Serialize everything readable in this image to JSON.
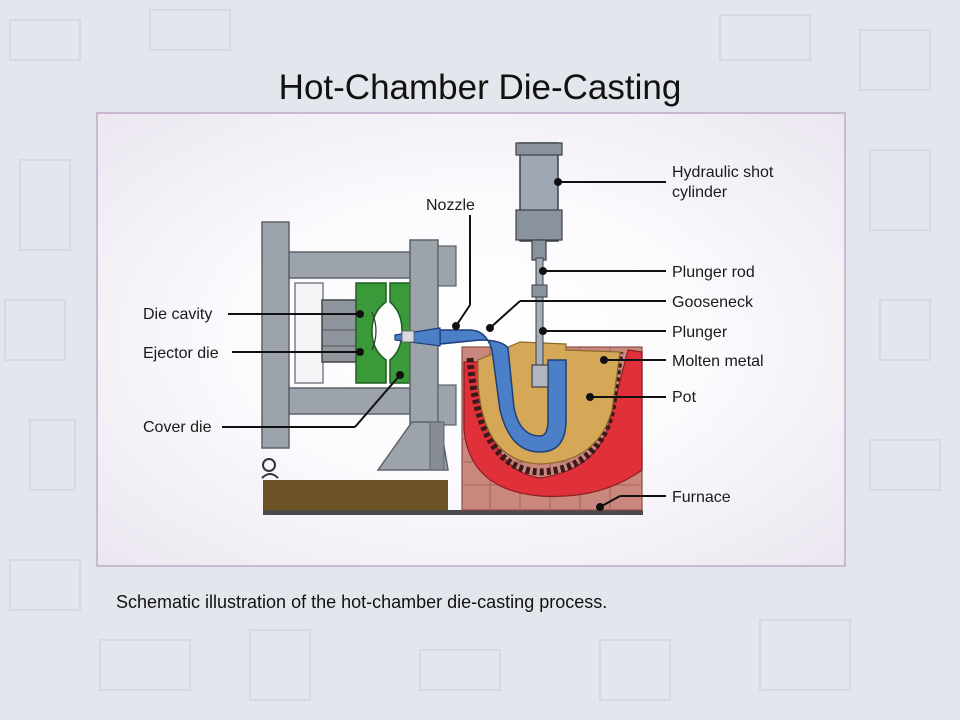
{
  "title": "Hot-Chamber Die-Casting",
  "caption": "Schematic illustration of the hot-chamber die-casting process.",
  "labels": {
    "hydraulic_shot_cylinder_line1": "Hydraulic shot",
    "hydraulic_shot_cylinder_line2": "cylinder",
    "nozzle": "Nozzle",
    "plunger_rod": "Plunger rod",
    "gooseneck": "Gooseneck",
    "plunger": "Plunger",
    "molten_metal": "Molten metal",
    "pot": "Pot",
    "furnace": "Furnace",
    "die_cavity": "Die cavity",
    "ejector_die": "Ejector die",
    "cover_die": "Cover die"
  },
  "colors": {
    "frame_gray": "#9da3ab",
    "die_green": "#3a9a3a",
    "gooseneck_blue": "#4b7fc7",
    "molten_tan": "#d5a857",
    "pot_red": "#e0313a",
    "brick": "#c9877d",
    "base_brown": "#6d5226"
  }
}
